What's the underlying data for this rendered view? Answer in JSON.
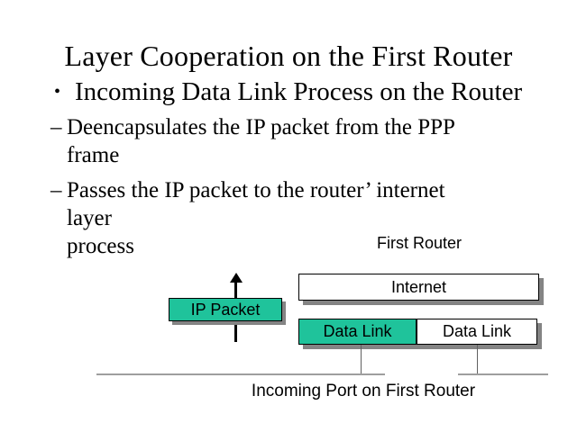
{
  "slide": {
    "title": "Layer Cooperation on the First Router",
    "bullet_marker": "•",
    "bullet_text": "Incoming Data Link Process on the Router",
    "dash_marker": "–",
    "sub_bullets": [
      {
        "text": "Deencapsulates the IP packet from the PPP\nframe"
      },
      {
        "text": "Passes the IP packet to the router’ internet layer\nprocess"
      }
    ]
  },
  "diagram": {
    "first_router_label": "First Router",
    "internet_box_label": "Internet",
    "ip_packet_box_label": "IP Packet",
    "datalink_left_label": "Data Link",
    "datalink_right_label": "Data Link",
    "incoming_port_label": "Incoming Port on First Router",
    "up_arrow_icon": "arrow-up",
    "colors": {
      "box_green": "#1FC39B",
      "box_white": "#FFFFFF",
      "shadow_gray": "#848484",
      "baseline_gray": "#9E9E9E",
      "arrow_black": "#000000"
    }
  }
}
